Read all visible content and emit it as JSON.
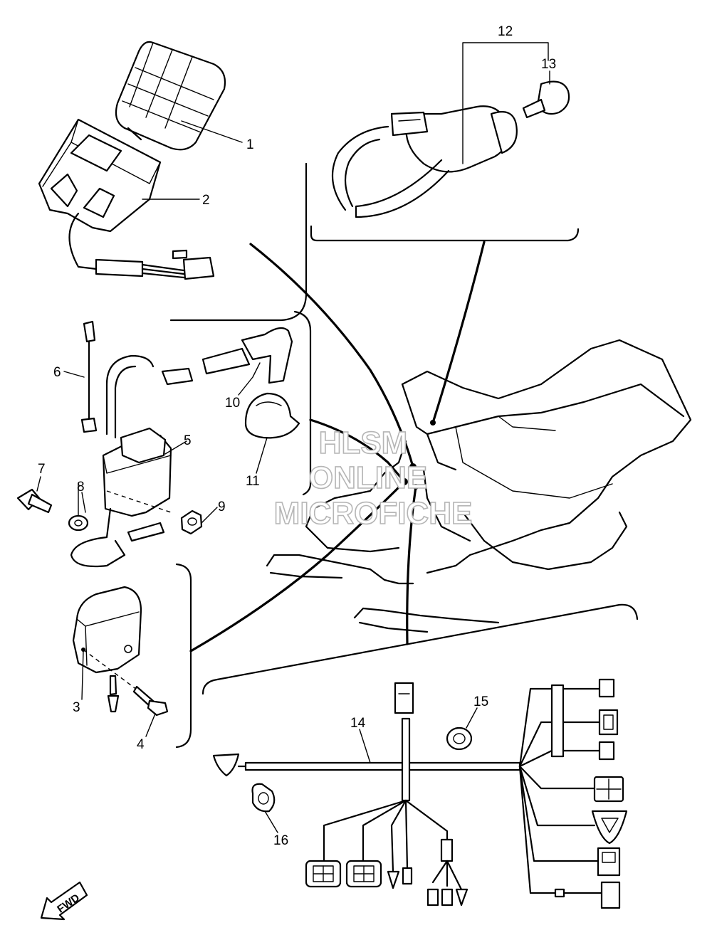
{
  "watermark": {
    "line1": "HLSM",
    "line2": "ONLINE",
    "line3": "MICROFICHE"
  },
  "direction_marker": "FWD",
  "callouts": [
    {
      "id": "1",
      "label": "1"
    },
    {
      "id": "2",
      "label": "2"
    },
    {
      "id": "3",
      "label": "3"
    },
    {
      "id": "4",
      "label": "4"
    },
    {
      "id": "5",
      "label": "5"
    },
    {
      "id": "6",
      "label": "6"
    },
    {
      "id": "7",
      "label": "7"
    },
    {
      "id": "8",
      "label": "8"
    },
    {
      "id": "9",
      "label": "9"
    },
    {
      "id": "10",
      "label": "10"
    },
    {
      "id": "11",
      "label": "11"
    },
    {
      "id": "12",
      "label": "12"
    },
    {
      "id": "13",
      "label": "13"
    },
    {
      "id": "14",
      "label": "14"
    },
    {
      "id": "15",
      "label": "15"
    },
    {
      "id": "16",
      "label": "16"
    }
  ]
}
